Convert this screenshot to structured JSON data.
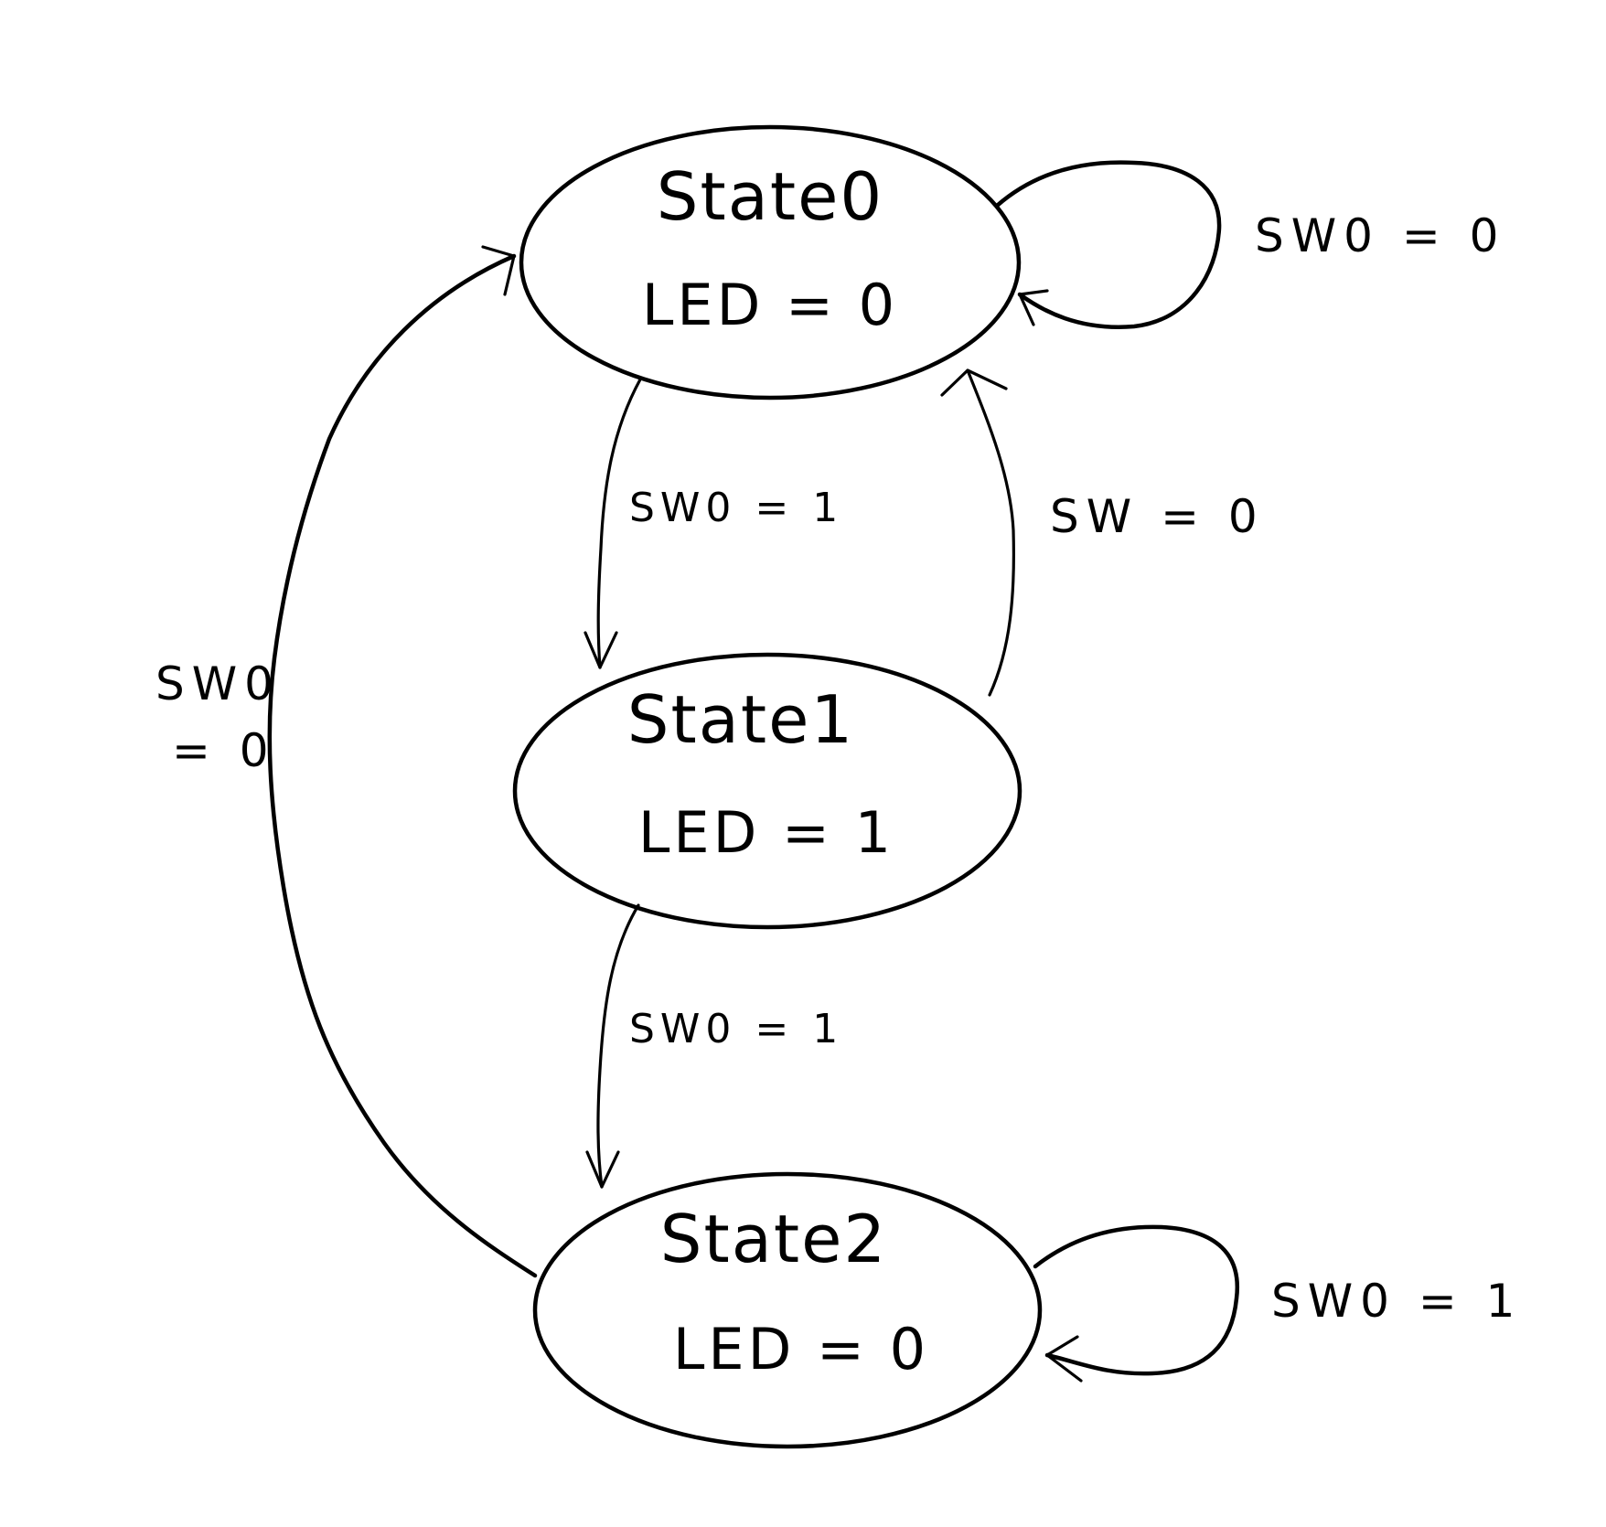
{
  "states": [
    {
      "id": "state0",
      "name": "State0",
      "output": "LED = 0"
    },
    {
      "id": "state1",
      "name": "State1",
      "output": "LED = 1"
    },
    {
      "id": "state2",
      "name": "State2",
      "output": "LED = 0"
    }
  ],
  "transitions": [
    {
      "id": "s0-self",
      "from": "State0",
      "to": "State0",
      "label": "SW0 = 0"
    },
    {
      "id": "s0-s1",
      "from": "State0",
      "to": "State1",
      "label": "SW0 = 1"
    },
    {
      "id": "s1-s0",
      "from": "State1",
      "to": "State0",
      "label": "SW = 0"
    },
    {
      "id": "s1-s2",
      "from": "State1",
      "to": "State2",
      "label": "SW0 = 1"
    },
    {
      "id": "s2-s0",
      "from": "State2",
      "to": "State0",
      "label_line1": "SW0",
      "label_line2": "= 0"
    },
    {
      "id": "s2-self",
      "from": "State2",
      "to": "State2",
      "label": "SW0 = 1"
    }
  ]
}
